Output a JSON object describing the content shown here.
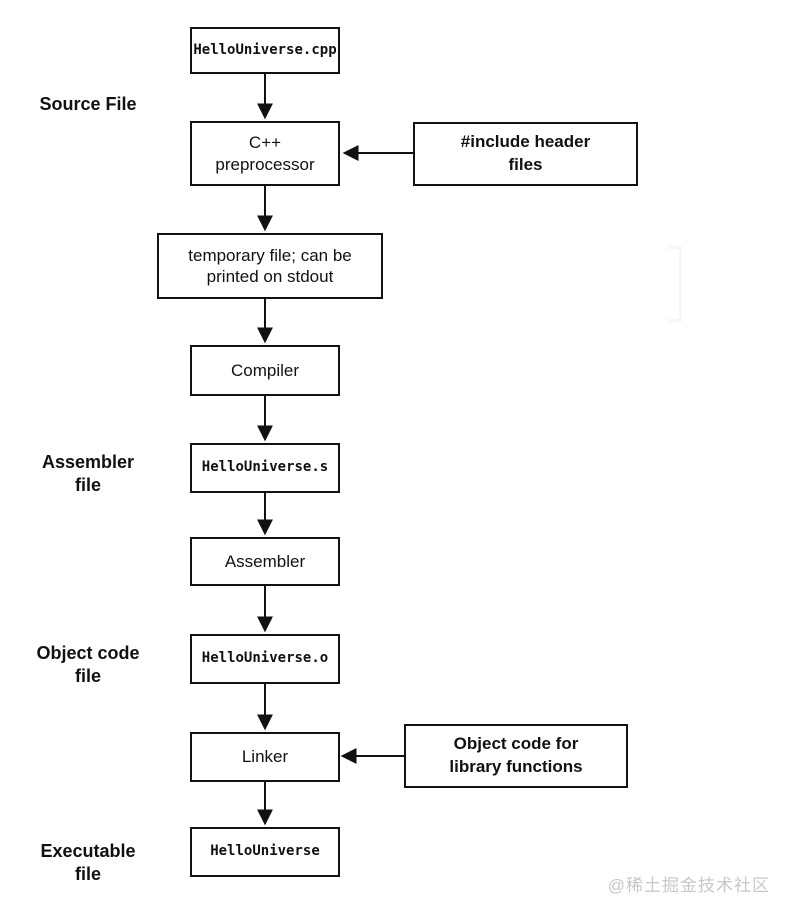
{
  "diagram": {
    "stage_labels": {
      "source": "Source File",
      "assembler": "Assembler\nfile",
      "object": "Object code\nfile",
      "executable": "Executable\nfile"
    },
    "nodes": {
      "source_cpp": "HelloUniverse.cpp",
      "preprocessor": "C++\npreprocessor",
      "temp_file": "temporary file; can be\nprinted on stdout",
      "compiler": "Compiler",
      "assembly_file": "HelloUniverse.s",
      "assembler": "Assembler",
      "object_file": "HelloUniverse.o",
      "linker": "Linker",
      "executable": "HelloUniverse"
    },
    "side_inputs": {
      "include_headers": "#include header\nfiles",
      "object_library": "Object code for\nlibrary functions"
    },
    "colors": {
      "box_border": "#111111",
      "text": "#111111",
      "background": "#ffffff",
      "watermark": "#c7c7c7"
    }
  },
  "watermark": "@稀土掘金技术社区"
}
